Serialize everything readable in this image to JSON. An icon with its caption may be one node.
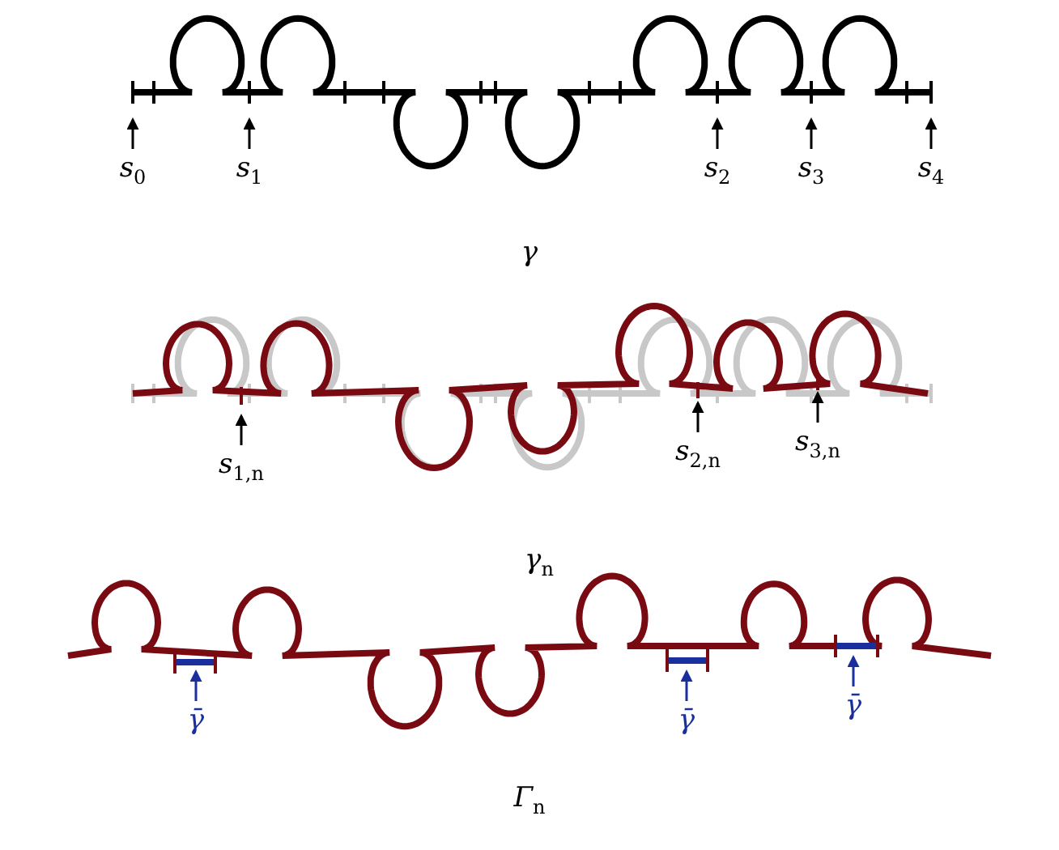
{
  "diagram": {
    "nodes": [
      {
        "text": [
          "s$_{0}$"
        ]
      },
      {
        "text": [
          "s$_{1}$"
        ]
      },
      {
        "text": [
          "s$_{2}$"
        ]
      },
      {
        "text": [
          "s$_{3}$"
        ]
      },
      {
        "text": [
          "s$_{4}$"
        ]
      },
      {
        "text": [
          "s$_{1,n}$"
        ]
      },
      {
        "text": [
          "s$_{2,n}$"
        ]
      },
      {
        "text": [
          "s$_{3,n}$"
        ]
      },
      {
        "text": [
          "γ̄"
        ]
      },
      {
        "text": [
          "γ̄"
        ]
      },
      {
        "text": [
          "γ̄"
        ]
      }
    ],
    "edges": [
      {
        "from": 0,
        "to": null,
        "arrow": "to"
      },
      {
        "from": 1,
        "to": null,
        "arrow": "to"
      },
      {
        "from": 2,
        "to": null,
        "arrow": "to"
      },
      {
        "from": 3,
        "to": null,
        "arrow": "to"
      },
      {
        "from": 4,
        "to": null,
        "arrow": "to"
      },
      {
        "from": 5,
        "to": null,
        "arrow": "to"
      },
      {
        "from": 6,
        "to": null,
        "arrow": "to"
      },
      {
        "from": 7,
        "to": null,
        "arrow": "to"
      },
      {
        "from": 8,
        "to": null,
        "arrow": "to",
        "color": "#1a2f9e"
      },
      {
        "from": 9,
        "to": null,
        "arrow": "to",
        "color": "#1a2f9e"
      },
      {
        "from": 10,
        "to": null,
        "arrow": "to",
        "color": "#1a2f9e"
      }
    ],
    "labels": [
      "γ",
      "γ$_{n}$",
      "Γ$_{n}$"
    ]
  }
}
